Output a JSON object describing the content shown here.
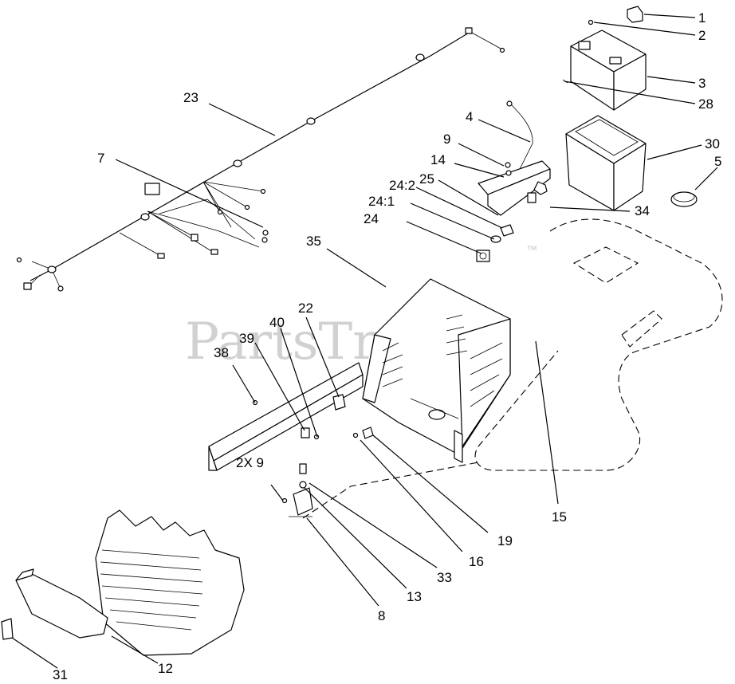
{
  "watermark": {
    "brand": "PartsTree",
    "trademark": "™"
  },
  "callouts": {
    "c1": "1",
    "c2": "2",
    "c3": "3",
    "c28": "28",
    "c4": "4",
    "c30": "30",
    "c5": "5",
    "c9": "9",
    "c14": "14",
    "c24_2": "24:2",
    "c25": "25",
    "c34": "34",
    "c24_1": "24:1",
    "c24": "24",
    "c23": "23",
    "c7": "7",
    "c35": "35",
    "c22": "22",
    "c40": "40",
    "c39": "39",
    "c38": "38",
    "c2x9": "2X 9",
    "c15": "15",
    "c19": "19",
    "c16": "16",
    "c33": "33",
    "c13": "13",
    "c8": "8",
    "c31": "31",
    "c12": "12"
  }
}
